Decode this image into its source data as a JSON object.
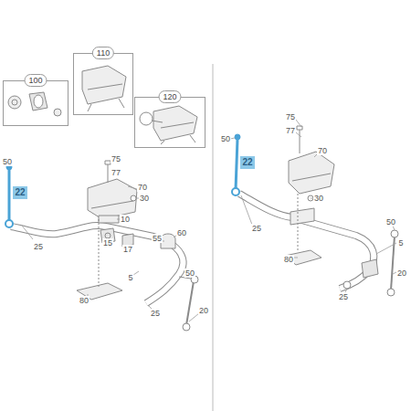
{
  "diagram": {
    "nodes": [
      {
        "text": [
          "100"
        ]
      },
      {
        "text": [
          "110"
        ]
      },
      {
        "text": [
          "120"
        ]
      },
      {
        "text": [
          "22"
        ]
      },
      {
        "text": [
          "22"
        ]
      }
    ],
    "labels": [
      "50",
      "25",
      "75",
      "77",
      "70",
      "30",
      "10",
      "15",
      "17",
      "55",
      "60",
      "5",
      "80",
      "50",
      "25",
      "20",
      "50",
      "75",
      "77",
      "70",
      "30",
      "25",
      "80",
      "50",
      "5",
      "25",
      "20"
    ]
  }
}
